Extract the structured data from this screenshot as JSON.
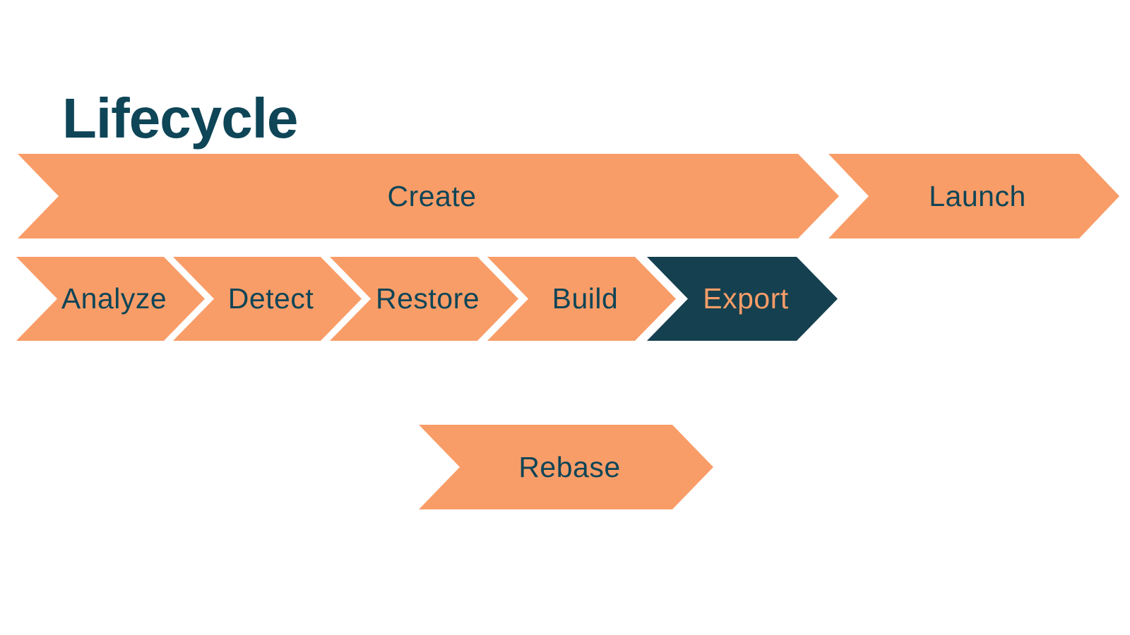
{
  "title": "Lifecycle",
  "colors": {
    "arrow_orange": "#F99D68",
    "arrow_navy": "#15404F",
    "text_teal": "#0E4557",
    "background": "#FFFFFF"
  },
  "diagram": {
    "rows": [
      {
        "name": "primary-flow",
        "arrows": [
          {
            "label": "Create",
            "highlighted": false
          },
          {
            "label": "Launch",
            "highlighted": false
          }
        ]
      },
      {
        "name": "create-subflow",
        "arrows": [
          {
            "label": "Analyze",
            "highlighted": false
          },
          {
            "label": "Detect",
            "highlighted": false
          },
          {
            "label": "Restore",
            "highlighted": false
          },
          {
            "label": "Build",
            "highlighted": false
          },
          {
            "label": "Export",
            "highlighted": true
          }
        ]
      },
      {
        "name": "alternate-flow",
        "arrows": [
          {
            "label": "Rebase",
            "highlighted": false
          }
        ]
      }
    ]
  }
}
